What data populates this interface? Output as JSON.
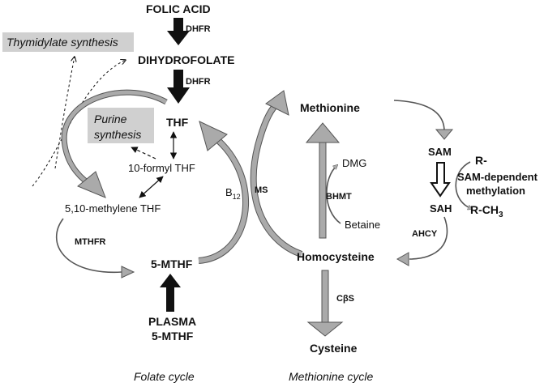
{
  "colors": {
    "ink": "#111111",
    "gray_arrow": "#aaaaaa",
    "gray_box": "#d0d0d0",
    "gray_outline": "#555555"
  },
  "compounds": {
    "folic_acid": "FOLIC ACID",
    "dihydrofolate": "DIHYDROFOLATE",
    "thf": "THF",
    "formyl_thf": "10-formyl THF",
    "methylene_thf_a": "5,10-methylene THF",
    "mthf": "5-MTHF",
    "plasma_line1": "PLASMA",
    "plasma_line2": "5-MTHF",
    "methionine": "Methionine",
    "homocysteine": "Homocysteine",
    "cysteine": "Cysteine",
    "sam": "SAM",
    "sah": "SAH",
    "dmg": "DMG",
    "betaine": "Betaine",
    "r_label": "R-",
    "r_ch3_base": "R-CH",
    "r_ch3_sub": "3"
  },
  "enzymes": {
    "dhfr_1": "DHFR",
    "dhfr_2": "DHFR",
    "mthfr": "MTHFR",
    "ms": "MS",
    "b12_base": "B",
    "b12_sub": "12",
    "bhmt": "BHMT",
    "ahcy": "AHCY",
    "cbs": "CβS"
  },
  "boxes": {
    "thymidylate": "Thymidylate synthesis",
    "purine_line1": "Purine",
    "purine_line2": "synthesis"
  },
  "labels": {
    "methylation_line1": "SAM-dependent",
    "methylation_line2": "methylation",
    "folate_cycle": "Folate cycle",
    "methionine_cycle": "Methionine cycle"
  }
}
